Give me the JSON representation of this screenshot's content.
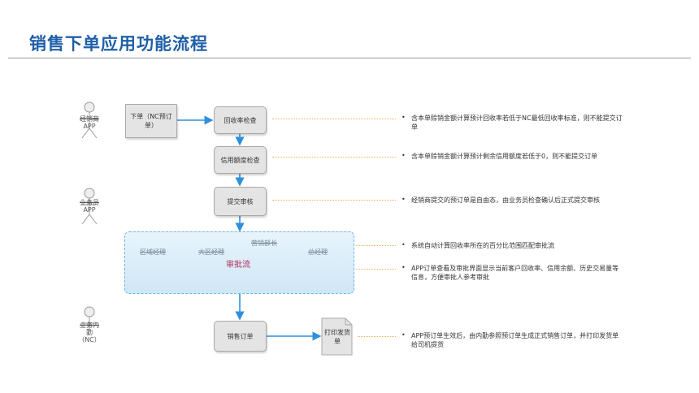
{
  "page": {
    "title": "销售下单应用功能流程"
  },
  "actors": {
    "dealer": {
      "line1": "经销商",
      "line2": "APP"
    },
    "salesman": {
      "line1": "业务员",
      "line2": "APP"
    },
    "internal": {
      "line1": "业务内",
      "line2": "勤",
      "line3": "（NC）"
    }
  },
  "approvers": {
    "a1": "区域经理",
    "a2": "大区经理",
    "a3": "营销部长",
    "a4": "总经理"
  },
  "band": {
    "label": "审批流"
  },
  "boxes": {
    "order": "下单（NC预订单）",
    "recovery_check": "回收率检查",
    "credit_check": "信用额度检查",
    "submit_review": "提交审核",
    "sales_order": "销售订单",
    "print_delivery": "打印发货单"
  },
  "notes": [
    {
      "text": "含本单赊销金额计算预计回收率若低于NC最低回收率标准，则不能提交订单"
    },
    {
      "text": "含本单赊销金额计算预计剩余信用额度若低于0，则不能提交订单"
    },
    {
      "text": "经销商提交的预订单是自由态，由业务员检查确认后正式提交审核"
    },
    {
      "text": "系统自动计算回收率所在的百分比范围匹配审批流"
    },
    {
      "text": "APP订单查看及审批界面显示当前客户回收率、信用余额、历史交易量等信息，方便审批人参考审批"
    },
    {
      "text": "APP预订单生效后，由内勤参照预订单生成正式销售订单，并打印发货单给司机提货"
    }
  ],
  "colors": {
    "title": "#1f5fa8",
    "arrow": "#2f8fde",
    "dotted": "#f0b05a",
    "band_border": "#6fb6e8"
  }
}
